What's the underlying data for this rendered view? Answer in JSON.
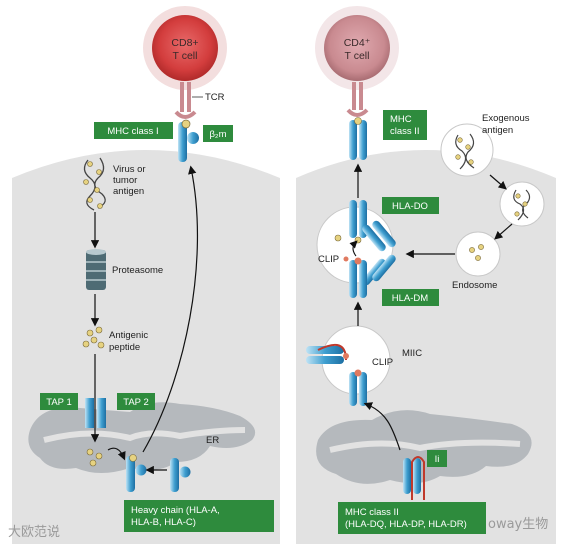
{
  "left_panel": {
    "t_cell": {
      "line1": "CD8+",
      "line2": "T cell"
    },
    "tcr_label": "TCR",
    "mhc_class_i_label": "MHC class I",
    "b2m_label": "β₂m",
    "virus_label": {
      "line1": "Virus or",
      "line2": "tumor",
      "line3": "antigen"
    },
    "proteasome_label": "Proteasome",
    "peptide_label": {
      "line1": "Antigenic",
      "line2": "peptide"
    },
    "tap1_label": "TAP 1",
    "tap2_label": "TAP 2",
    "er_label": "ER",
    "heavy_chain_label": {
      "line1": "Heavy chain (HLA-A,",
      "line2": "HLA-B, HLA-C)"
    }
  },
  "right_panel": {
    "t_cell": {
      "line1": "CD4⁺",
      "line2": "T cell"
    },
    "mhc_class_ii_label": {
      "line1": "MHC",
      "line2": "class II"
    },
    "exogenous_label": {
      "line1": "Exogenous",
      "line2": "antigen"
    },
    "hla_do_label": "HLA-DO",
    "hla_dm_label": "HLA-DM",
    "clip_label_upper": "CLIP",
    "clip_label_lower": "CLIP",
    "endosome_label": "Endosome",
    "miic_label": "MIIC",
    "ii_label": "Ii",
    "mhc_class_ii_box": {
      "line1": "MHC class II",
      "line2": "(HLA-DQ, HLA-DP, HLA-DR)"
    }
  },
  "watermark": {
    "left": "大欧范说",
    "right": "oway生物"
  },
  "colors": {
    "green": "#2e8b3d",
    "cytoplasm": "#e2e2e2",
    "membrane": "#b5b9bd",
    "blue": "#3f9fd0",
    "cd8_cell": "#d94545",
    "cd4_cell": "#c98a90",
    "peptide": "#e6d280"
  }
}
